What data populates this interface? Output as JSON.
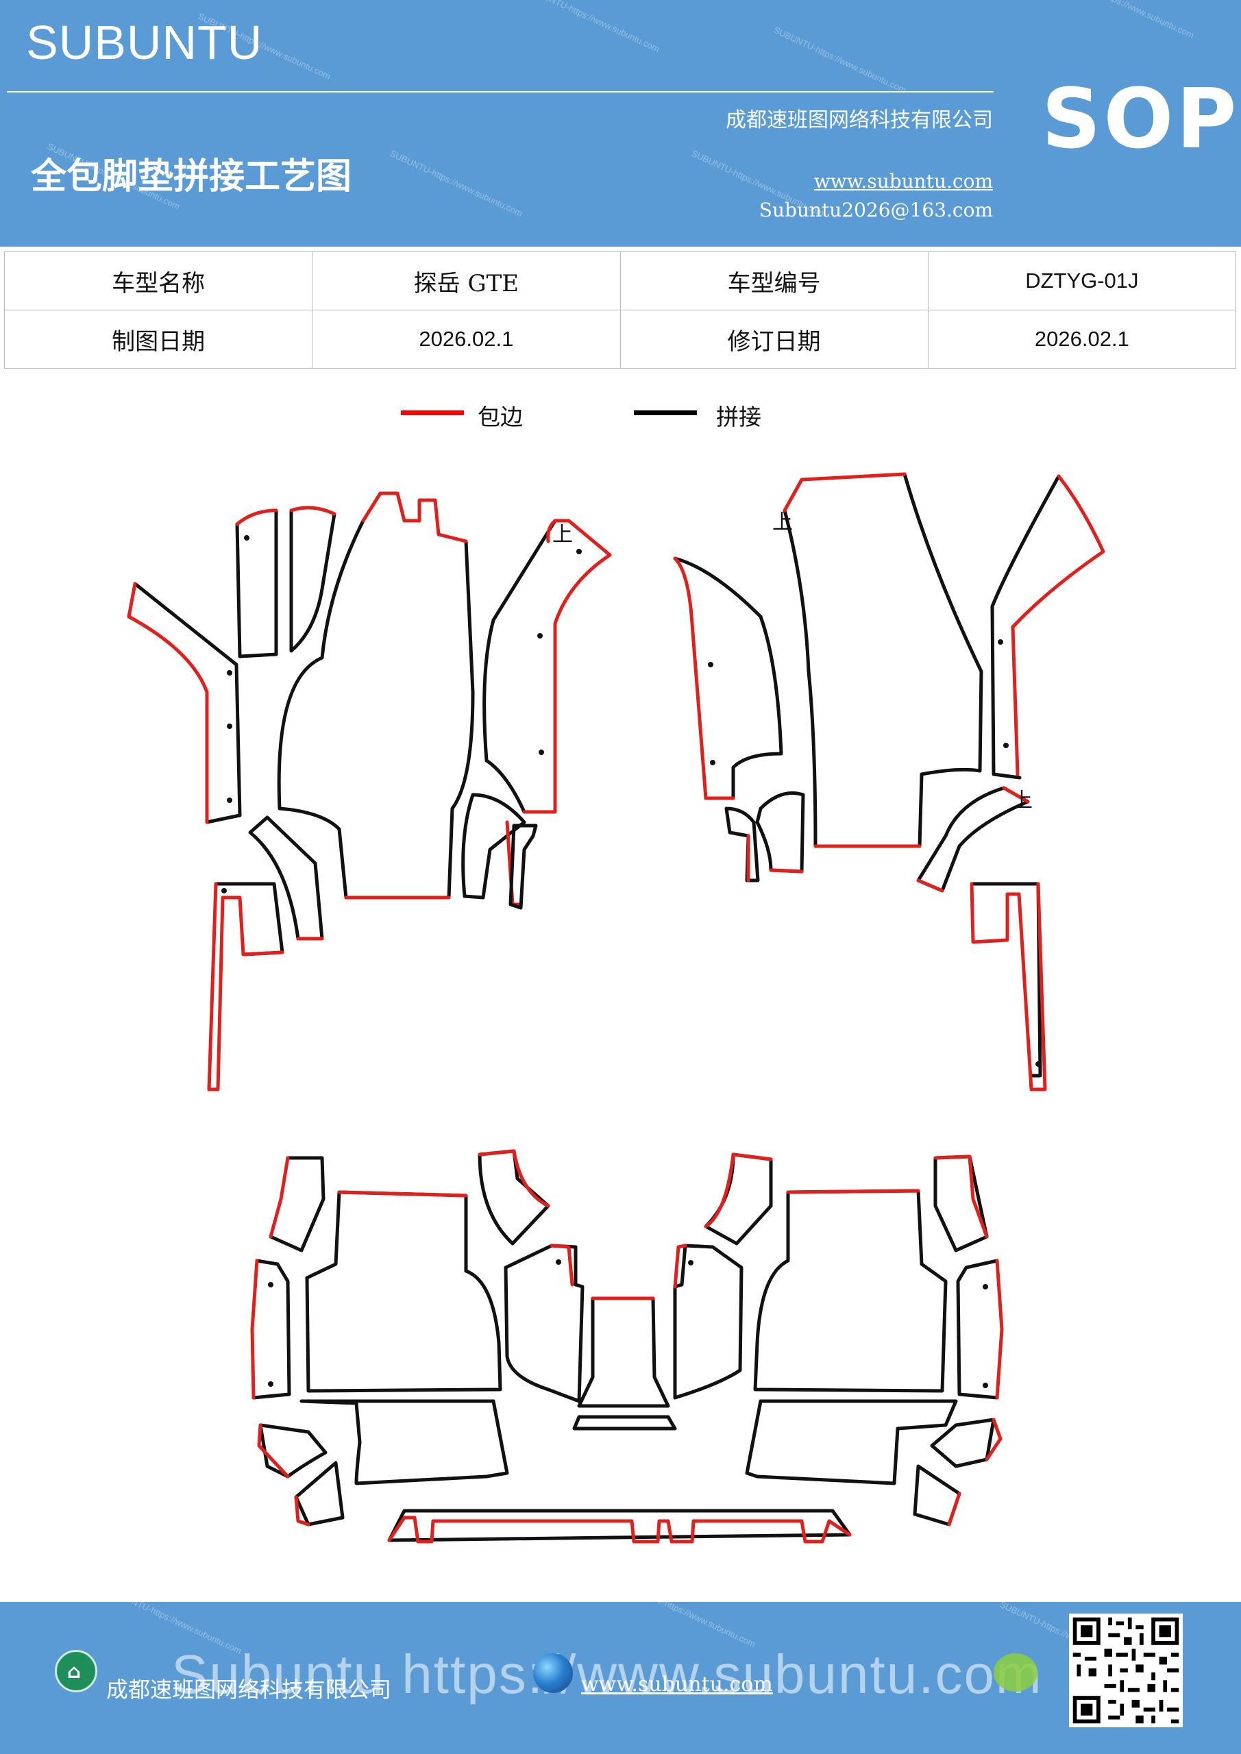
{
  "header": {
    "brand": "SUBUNTU",
    "company": "成都速班图网络科技有限公司",
    "title": "全包脚垫拼接工艺图",
    "website": "www.subuntu.com",
    "email": "Subuntu2026@163.com",
    "badge": "SOP",
    "watermark": "SUBUNTU-https://www.subuntu.com"
  },
  "info": {
    "row1": {
      "model_name_label": "车型名称",
      "model_name_value": "探岳 GTE",
      "model_code_label": "车型编号",
      "model_code_value": "DZTYG-01J"
    },
    "row2": {
      "draw_date_label": "制图日期",
      "draw_date_value": "2026.02.1",
      "revise_date_label": "修订日期",
      "revise_date_value": "2026.02.1"
    }
  },
  "legend": {
    "items": [
      {
        "label": "包边",
        "color": "#ff0000"
      },
      {
        "label": "拼接",
        "color": "#000000"
      }
    ]
  },
  "diagram": {
    "up_mark": "上",
    "edge_colors": {
      "binding": "#e0201c",
      "seam": "#111111"
    }
  },
  "footer": {
    "company": "成都速班图网络科技有限公司",
    "watermark": "Subuntu https://www.subuntu.com",
    "website": "www.subuntu.com",
    "icons": [
      "building-icon",
      "globe-icon",
      "wechat-icon",
      "qr-code"
    ]
  }
}
